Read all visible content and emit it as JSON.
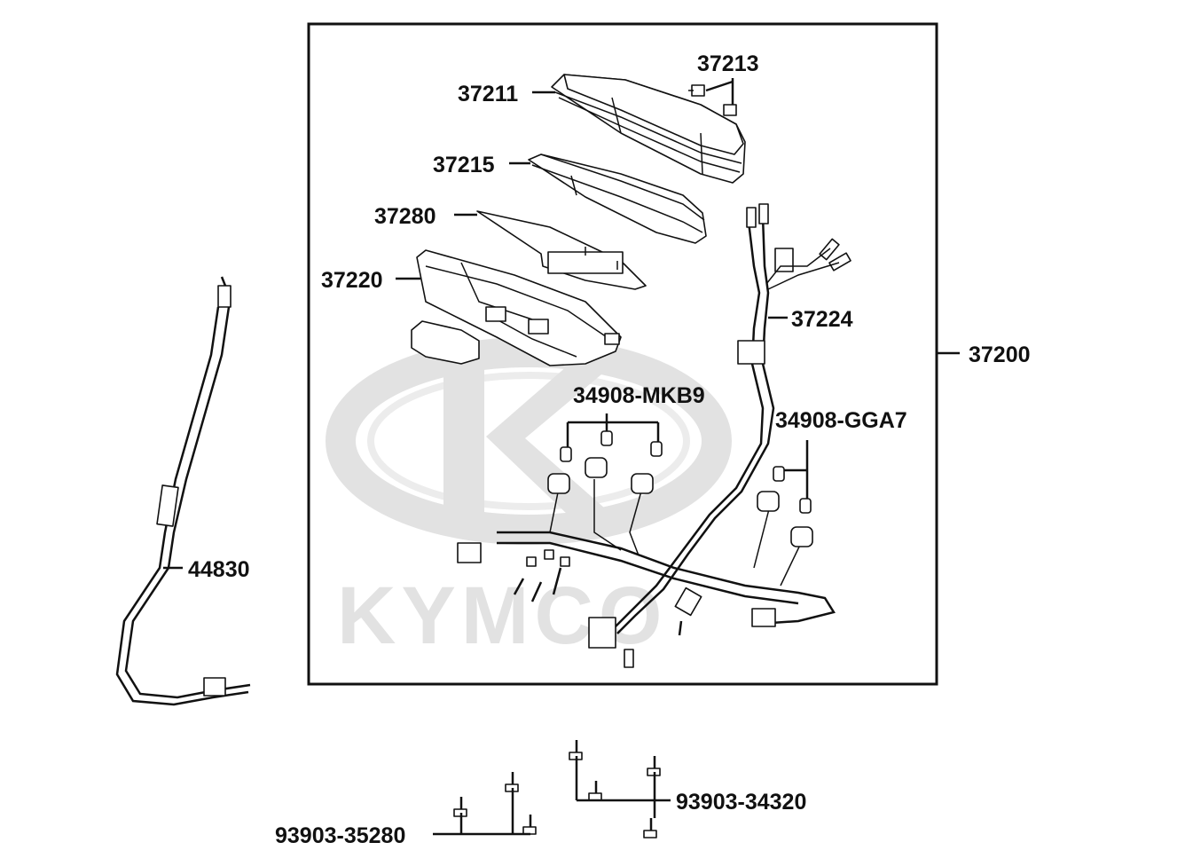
{
  "watermark": {
    "brand": "KYMCO",
    "color": "#e2e2e2"
  },
  "labels": {
    "p37213": "37213",
    "p37211": "37211",
    "p37215": "37215",
    "p37280": "37280",
    "p37220": "37220",
    "p37224": "37224",
    "p37200": "37200",
    "p34908_mkb9": "34908-MKB9",
    "p34908_gga7": "34908-GGA7",
    "p44830": "44830",
    "p93903_34320": "93903-34320",
    "p93903_35280": "93903-35280"
  },
  "colors": {
    "line": "#111111",
    "background": "#ffffff"
  }
}
